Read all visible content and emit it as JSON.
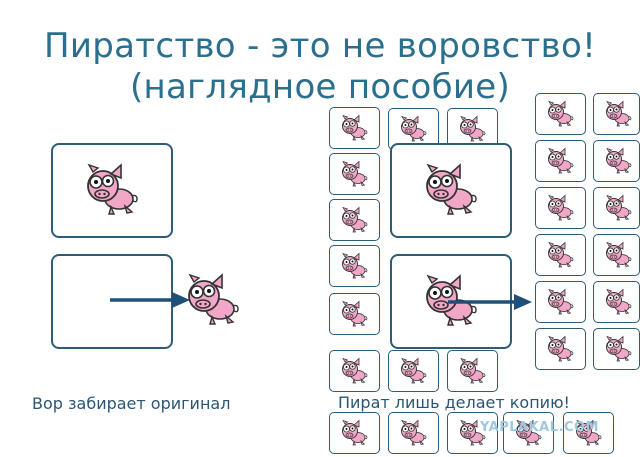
{
  "title_line1": "Пиратство - это не воровство!",
  "title_line2": "(наглядное пособие)",
  "caption_thief": "Вор забирает оригинал",
  "caption_pirate": "Пират лишь делает копию!",
  "watermark": "YAPLAKAL.COM",
  "colors": {
    "title": "#2a6f8e",
    "frame": "#2c5d78",
    "arrow": "#1f4e79",
    "pig": "#f2a6c8"
  },
  "icons": [
    "pig-icon",
    "arrow-icon"
  ]
}
